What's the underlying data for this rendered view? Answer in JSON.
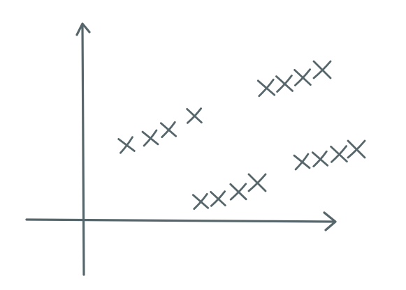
{
  "colors": {
    "ink": "#56666b",
    "background": "#ffffff"
  },
  "figure": {
    "mark_glyph": "x",
    "axes": [
      "x-axis",
      "y-axis"
    ],
    "clusters": [
      {
        "name": "upper-left-cluster",
        "marks": 4
      },
      {
        "name": "upper-right-cluster",
        "marks": 4
      },
      {
        "name": "lower-middle-cluster",
        "marks": 4
      },
      {
        "name": "lower-right-cluster",
        "marks": 4
      }
    ]
  }
}
